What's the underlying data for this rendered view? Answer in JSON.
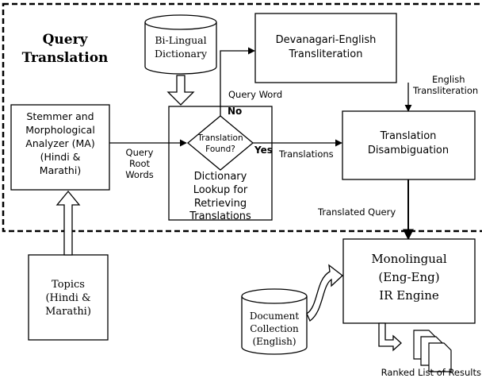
{
  "region": {
    "title_line1": "Query",
    "title_line2": "Translation"
  },
  "nodes": {
    "bilingual_dictionary": [
      "Bi-Lingual",
      "Dictionary"
    ],
    "transliteration": [
      "Devanagari-English",
      "Transliteration"
    ],
    "stemmer": [
      "Stemmer and",
      "Morphological",
      "Analyzer (MA)",
      "(Hindi &",
      "Marathi)"
    ],
    "decision": [
      "Translation",
      "Found?"
    ],
    "dictionary_lookup": [
      "Dictionary",
      "Lookup for",
      "Retrieving",
      "Translations"
    ],
    "disambiguation": [
      "Translation",
      "Disambiguation"
    ],
    "topics": [
      "Topics",
      "(Hindi &",
      "Marathi)"
    ],
    "ir_engine": [
      "Monolingual",
      "(Eng-Eng)",
      "IR Engine"
    ],
    "document_collection": [
      "Document",
      "Collection",
      "(English)"
    ]
  },
  "edge_labels": {
    "query_word": "Query Word",
    "english_transliteration": [
      "English",
      "Transliteration"
    ],
    "no": "No",
    "yes": "Yes",
    "query_root_words": [
      "Query",
      "Root",
      "Words"
    ],
    "translations": "Translations",
    "translated_query": "Translated Query"
  },
  "outputs": {
    "ranked_list": "Ranked List of Results"
  }
}
